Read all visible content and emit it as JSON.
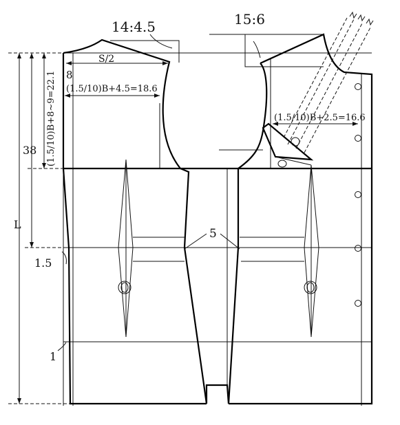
{
  "labels": {
    "ratio_back_neck": "14:4.5",
    "ratio_front_shoulder": "15:6",
    "shoulder_half": "S/2",
    "back_width_eq": "(1.5/10)B+4.5=18.6",
    "front_width_eq": "(1.5/10)B+2.5=16.6",
    "armhole_depth_eq": "(1.5/10)B+8~9=22.1",
    "armhole_small": "8",
    "length_38": "38",
    "length_L": "L",
    "waist_offset": "1.5",
    "hem_offset": "1",
    "dart_5": "5"
  }
}
